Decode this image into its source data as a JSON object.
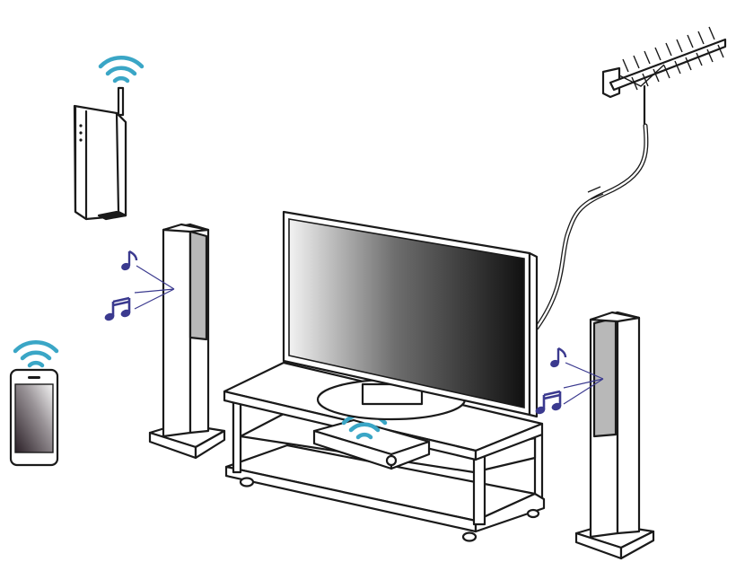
{
  "colors": {
    "wifi": "#3aa6c6",
    "music_note": "#3b3a8f",
    "outline": "#1a1a1a",
    "speaker_panel": "#b8b8b8",
    "screen_dark": "#111111",
    "screen_light": "#f2f2f2",
    "background": "#ffffff"
  },
  "icons": {
    "wireless_signal": "wifi-icon",
    "audio": "music-note-icon"
  },
  "devices": [
    {
      "id": "router",
      "has_wifi_signal": true
    },
    {
      "id": "smartphone",
      "has_wifi_signal": true
    },
    {
      "id": "soundbar",
      "has_wifi_signal": true
    },
    {
      "id": "left-tower-speaker",
      "music_notes": 2
    },
    {
      "id": "right-tower-speaker",
      "music_notes": 2
    },
    {
      "id": "television"
    },
    {
      "id": "tv-antenna"
    },
    {
      "id": "tv-stand"
    }
  ]
}
